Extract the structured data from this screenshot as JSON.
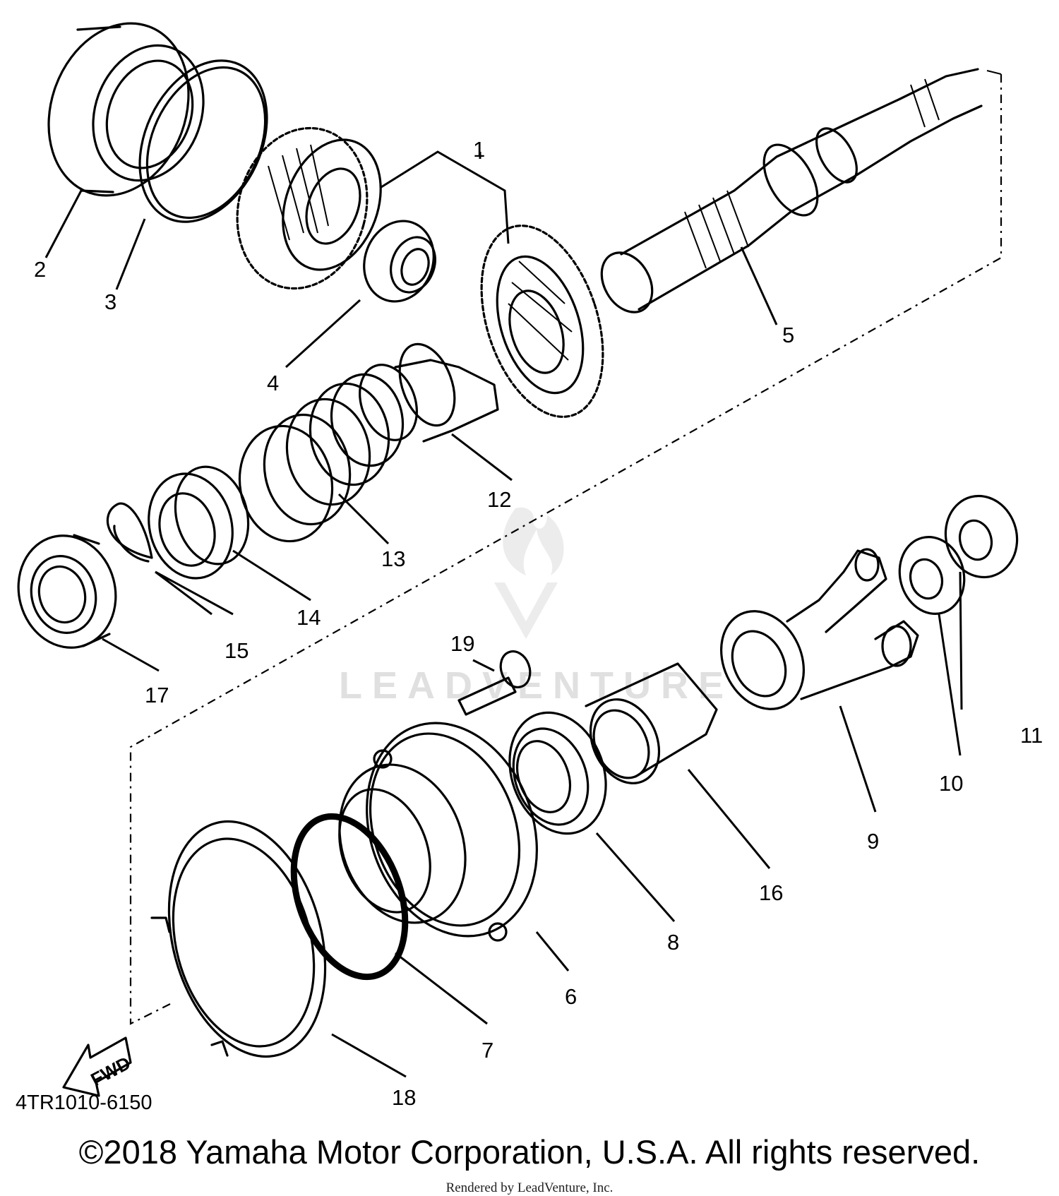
{
  "diagram_code": "4TR1010-6150",
  "copyright": "©2018 Yamaha Motor Corporation, U.S.A. All rights reserved.",
  "rendered_by": "Rendered by LeadVenture, Inc.",
  "watermark": "LEADVENTURE",
  "fwd_label": "FWD",
  "callouts": [
    "1",
    "2",
    "3",
    "4",
    "5",
    "6",
    "7",
    "8",
    "9",
    "10",
    "11",
    "12",
    "13",
    "14",
    "15",
    "16",
    "17",
    "18",
    "19"
  ]
}
